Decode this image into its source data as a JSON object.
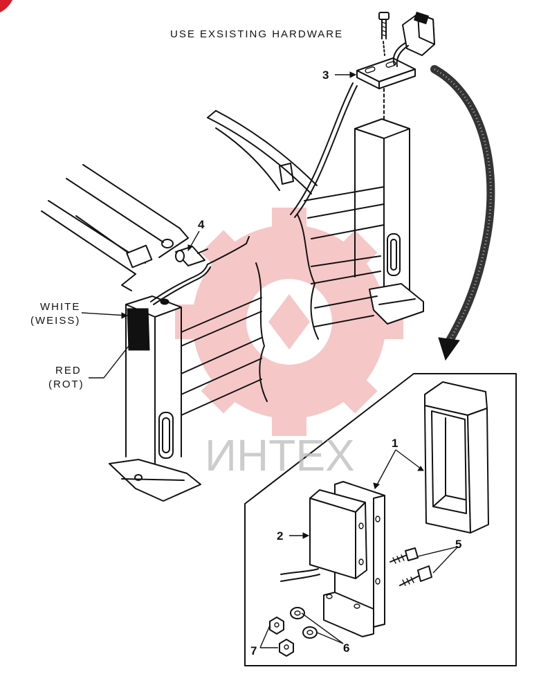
{
  "caption": "USE EXSISTING HARDWARE",
  "callouts": {
    "c1": "1",
    "c2": "2",
    "c3": "3",
    "c4": "4",
    "c5": "5",
    "c6": "6",
    "c7": "7"
  },
  "wire_labels": {
    "white_line1": "WHITE",
    "white_line2": "(WEISS)",
    "red_line1": "RED",
    "red_line2": "(ROT)"
  },
  "watermark": {
    "text": "ИНТЕХ",
    "color": "#e23a3a"
  }
}
